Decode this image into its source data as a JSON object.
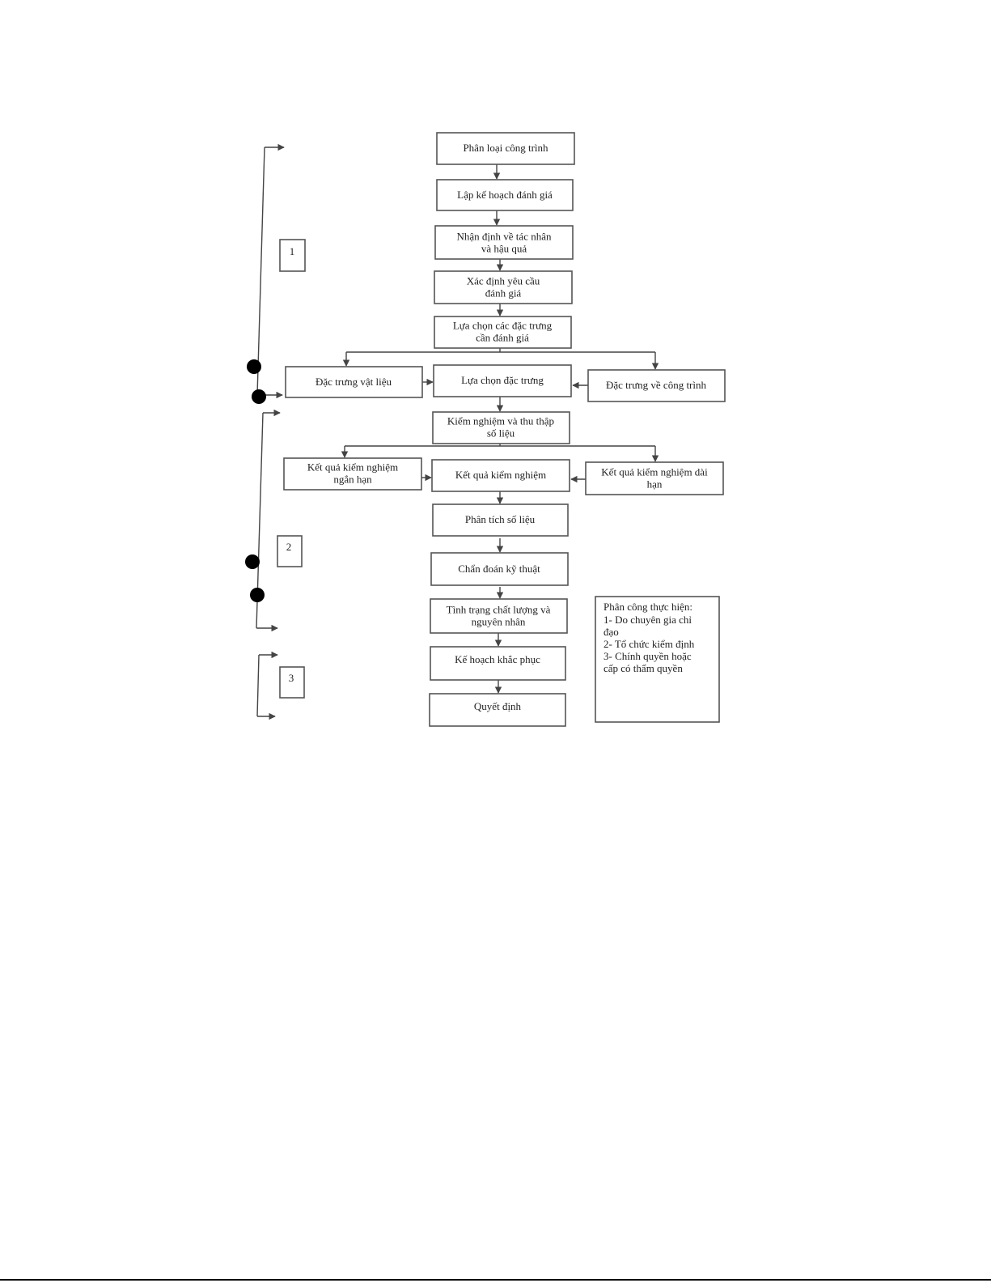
{
  "nodes": {
    "phan_loai": [
      "Phân loại công trình"
    ],
    "lap_ke_hoach": [
      "Lập kế hoạch đánh giá"
    ],
    "nhan_dinh": [
      "Nhận định về tác nhân",
      "và hậu quả"
    ],
    "xac_dinh": [
      "Xác định yêu cầu",
      "đánh giá"
    ],
    "lua_chon_cac": [
      "Lựa chọn các đặc trưng",
      "cần đánh giá"
    ],
    "dac_trung_vat_lieu": [
      "Đặc trưng vật liệu"
    ],
    "lua_chon_dac_trung": [
      "Lựa chọn đặc trưng"
    ],
    "dac_trung_cong_trinh": [
      "Đặc trưng về công trình"
    ],
    "kiem_nghiem_thu_thap": [
      "Kiểm nghiệm và thu thập",
      "số liệu"
    ],
    "kq_ngan_han": [
      "Kết quả kiểm nghiệm",
      "ngắn hạn"
    ],
    "kq_kiem_nghiem": [
      "Kết quả kiểm nghiệm"
    ],
    "kq_dai_han": [
      "Kết quả kiểm nghiệm dài",
      "hạn"
    ],
    "phan_tich": [
      "Phân tích số liệu"
    ],
    "chan_doan": [
      "Chẩn đoán kỹ thuật"
    ],
    "tinh_trang": [
      "Tình trạng chất lượng và",
      "nguyên nhân"
    ],
    "ke_hoach_khac_phuc": [
      "Kế hoạch khắc phục"
    ],
    "quyet_dinh": [
      "Quyết định"
    ]
  },
  "stages": {
    "s1": "1",
    "s2": "2",
    "s3": "3"
  },
  "legend": {
    "title": "Phân công thực hiện:",
    "lines": [
      "1- Do chuyên gia chỉ",
      "đạo",
      "2- Tổ chức kiểm định",
      "3- Chính quyền hoặc",
      "cấp có thẩm quyền"
    ]
  }
}
